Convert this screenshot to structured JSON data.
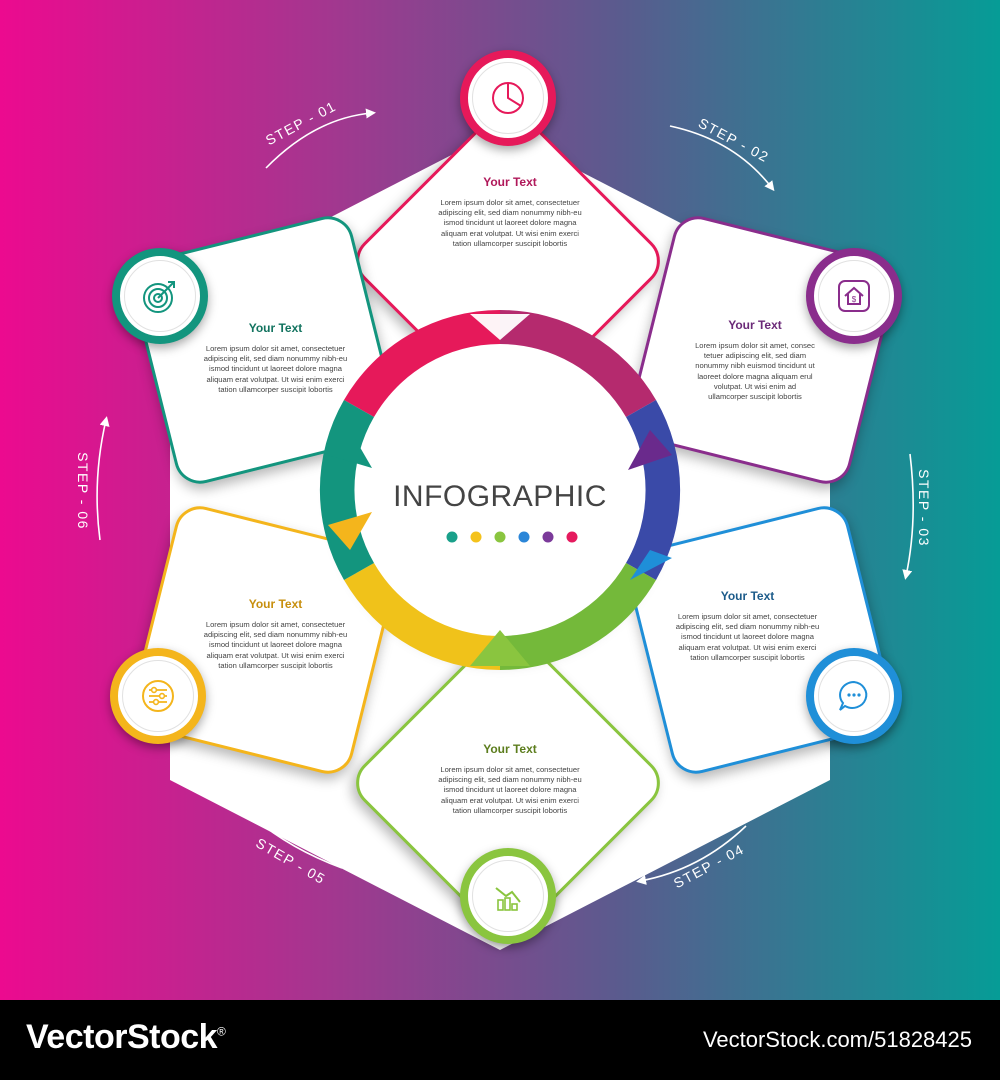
{
  "center": {
    "title": "INFOGRAPHIC",
    "dot_colors": [
      "#19a08a",
      "#f4c21c",
      "#8ac53f",
      "#2b86d8",
      "#7b3a9a",
      "#e51a5e"
    ]
  },
  "steps": [
    {
      "label": "STEP - 01",
      "title": "Your Text",
      "body": "Lorem ipsum dolor sit amet, consectetuer\nadipiscing elit, sed diam nonummy nibh-eu\nismod tincidunt ut laoreet dolore magna\naliquam erat volutpat. Ut wisi enim  exerci\ntation ullamcorper suscipit lobortis",
      "color": "#e6195a",
      "title_color": "#b0185a",
      "icon": "pie-chart-icon"
    },
    {
      "label": "STEP - 02",
      "title": "Your Text",
      "body": "Lorem ipsum dolor sit amet, consec\ntetuer adipiscing elit, sed diam\nnonummy nibh euismod tincidunt ut\nlaoreet dolore magna aliquam erul\nvolutpat. Ut wisi enim ad\nullamcorper suscipit lobortis",
      "color": "#8a2d8c",
      "title_color": "#6b2a78",
      "icon": "house-icon"
    },
    {
      "label": "STEP - 03",
      "title": "Your Text",
      "body": "Lorem ipsum dolor sit amet, consectetuer\nadipiscing elit, sed diam nonummy nibh-eu\nismod tincidunt ut laoreet dolore magna\naliquam erat volutpat. Ut wisi enim  exerci\ntation ullamcorper suscipit lobortis",
      "color": "#1f8fd8",
      "title_color": "#1c5b8a",
      "icon": "chat-bubble-icon"
    },
    {
      "label": "STEP - 04",
      "title": "Your Text",
      "body": "Lorem ipsum dolor sit amet, consectetuer\nadipiscing elit, sed diam nonummy nibh-eu\nismod tincidunt ut laoreet dolore magna\naliquam erat volutpat. Ut wisi enim  exerci\ntation ullamcorper suscipit lobortis",
      "color": "#8ac53f",
      "title_color": "#5c7d1d",
      "icon": "bar-chart-down-icon"
    },
    {
      "label": "STEP - 05",
      "title": "Your Text",
      "body": "Lorem ipsum dolor sit amet, consectetuer\nadipiscing elit, sed diam nonummy nibh-eu\nismod tincidunt ut laoreet dolore magna\naliquam erat volutpat. Ut wisi enim  exerci\ntation ullamcorper suscipit lobortis",
      "color": "#f4b51c",
      "title_color": "#c78f0e",
      "icon": "sliders-icon"
    },
    {
      "label": "STEP - 06",
      "title": "Your Text",
      "body": "Lorem ipsum dolor sit amet, consectetuer\nadipiscing elit, sed diam nonummy nibh-eu\nismod tincidunt ut laoreet dolore magna\naliquam erat volutpat. Ut wisi enim  exerci\ntation ullamcorper suscipit lobortis",
      "color": "#13957e",
      "title_color": "#12735f",
      "icon": "target-icon"
    }
  ],
  "footer": {
    "brand": "VectorStock",
    "brand_mark": "®",
    "image_id": "VectorStock.com/51828425"
  }
}
